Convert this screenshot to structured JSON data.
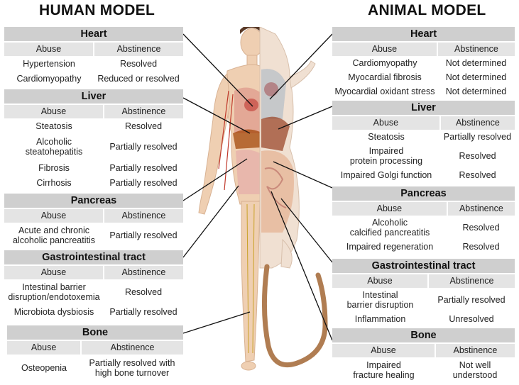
{
  "human": {
    "title": "HUMAN MODEL",
    "heart": {
      "name": "Heart",
      "col_abuse": "Abuse",
      "col_abstinence": "Abstinence",
      "rows": [
        {
          "abuse": "Hypertension",
          "abstinence": "Resolved"
        },
        {
          "abuse": "Cardiomyopathy",
          "abstinence": "Reduced or resolved"
        }
      ]
    },
    "liver": {
      "name": "Liver",
      "col_abuse": "Abuse",
      "col_abstinence": "Abstinence",
      "rows": [
        {
          "abuse": "Steatosis",
          "abstinence": "Resolved"
        },
        {
          "abuse_l1": "Alcoholic",
          "abuse_l2": "steatohepatitis",
          "abstinence": "Partially resolved"
        },
        {
          "abuse": "Fibrosis",
          "abstinence": "Partially resolved"
        },
        {
          "abuse": "Cirrhosis",
          "abstinence": "Partially resolved"
        }
      ]
    },
    "pancreas": {
      "name": "Pancreas",
      "col_abuse": "Abuse",
      "col_abstinence": "Abstinence",
      "rows": [
        {
          "abuse_l1": "Acute and chronic",
          "abuse_l2": "alcoholic pancreatitis",
          "abstinence": "Partially resolved"
        }
      ]
    },
    "gi": {
      "name": "Gastrointestinal tract",
      "col_abuse": "Abuse",
      "col_abstinence": "Abstinence",
      "rows": [
        {
          "abuse_l1": "Intestinal barrier",
          "abuse_l2": "disruption/endotoxemia",
          "abstinence": "Resolved"
        },
        {
          "abuse": "Microbiota dysbiosis",
          "abstinence": "Partially resolved"
        }
      ]
    },
    "bone": {
      "name": "Bone",
      "col_abuse": "Abuse",
      "col_abstinence": "Abstinence",
      "rows": [
        {
          "abuse": "Osteopenia",
          "abstinence_l1": "Partially resolved with",
          "abstinence_l2": "high bone turnover"
        }
      ]
    }
  },
  "animal": {
    "title": "ANIMAL MODEL",
    "heart": {
      "name": "Heart",
      "col_abuse": "Abuse",
      "col_abstinence": "Abstinence",
      "rows": [
        {
          "abuse": "Cardiomyopathy",
          "abstinence": "Not determined"
        },
        {
          "abuse": "Myocardial fibrosis",
          "abstinence": "Not determined"
        },
        {
          "abuse": "Myocardial oxidant stress",
          "abstinence": "Not determined"
        }
      ]
    },
    "liver": {
      "name": "Liver",
      "col_abuse": "Abuse",
      "col_abstinence": "Abstinence",
      "rows": [
        {
          "abuse": "Steatosis",
          "abstinence": "Partially resolved"
        },
        {
          "abuse_l1": "Impaired",
          "abuse_l2": "protein processing",
          "abstinence": "Resolved"
        },
        {
          "abuse": "Impaired Golgi function",
          "abstinence": "Resolved"
        }
      ]
    },
    "pancreas": {
      "name": "Pancreas",
      "col_abuse": "Abuse",
      "col_abstinence": "Abstinence",
      "rows": [
        {
          "abuse_l1": "Alcoholic",
          "abuse_l2": "calcified pancreatitis",
          "abstinence": "Resolved"
        },
        {
          "abuse": "Impaired regeneration",
          "abstinence": "Resolved"
        }
      ]
    },
    "gi": {
      "name": "Gastrointestinal tract",
      "col_abuse": "Abuse",
      "col_abstinence": "Abstinence",
      "rows": [
        {
          "abuse_l1": "Intestinal",
          "abuse_l2": "barrier disruption",
          "abstinence": "Partially resolved"
        },
        {
          "abuse": "Inflammation",
          "abstinence": "Unresolved"
        }
      ]
    },
    "bone": {
      "name": "Bone",
      "col_abuse": "Abuse",
      "col_abstinence": "Abstinence",
      "rows": [
        {
          "abuse_l1": "Impaired",
          "abuse_l2": "fracture healing",
          "abstinence_l1": "Not well",
          "abstinence_l2": "understood"
        }
      ]
    }
  },
  "colors": {
    "section_bg": "#cfcfcf",
    "header_bg": "#e4e4e4",
    "skin": "#efcfb2",
    "rat": "#f0e0d2",
    "tail": "#b07d52"
  }
}
